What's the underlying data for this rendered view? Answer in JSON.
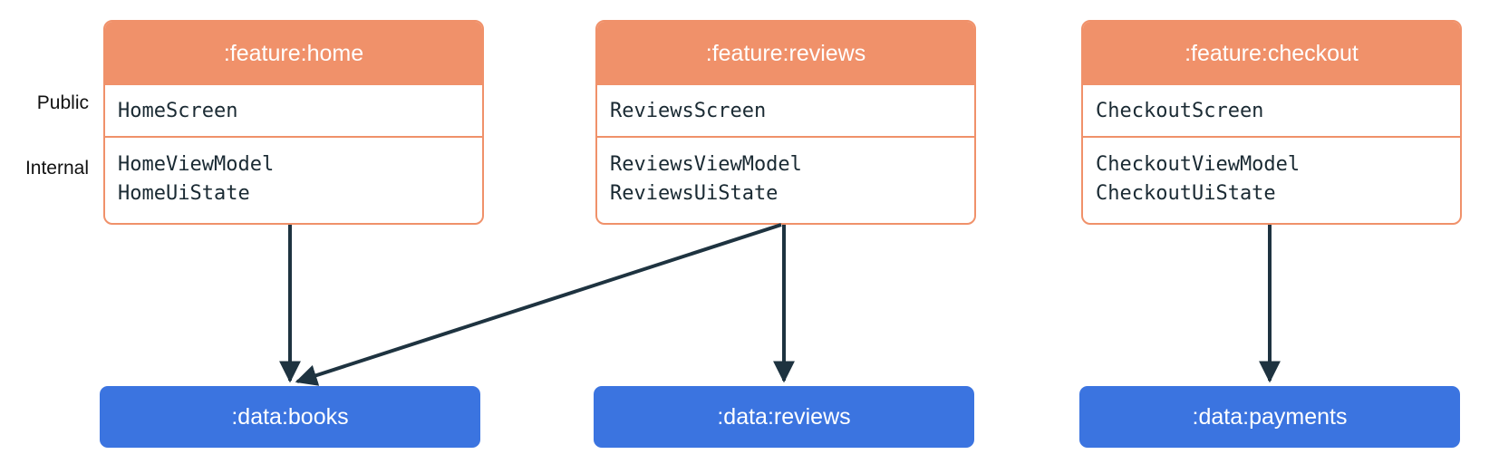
{
  "labels": {
    "public": "Public",
    "internal": "Internal"
  },
  "features": [
    {
      "title": ":feature:home",
      "public": "HomeScreen",
      "internal": [
        "HomeViewModel",
        "HomeUiState"
      ]
    },
    {
      "title": ":feature:reviews",
      "public": "ReviewsScreen",
      "internal": [
        "ReviewsViewModel",
        "ReviewsUiState"
      ]
    },
    {
      "title": ":feature:checkout",
      "public": "CheckoutScreen",
      "internal": [
        "CheckoutViewModel",
        "CheckoutUiState"
      ]
    }
  ],
  "data_modules": [
    ":data:books",
    ":data:reviews",
    ":data:payments"
  ],
  "dependencies": [
    {
      "from": ":feature:home",
      "to": ":data:books"
    },
    {
      "from": ":feature:reviews",
      "to": ":data:books"
    },
    {
      "from": ":feature:reviews",
      "to": ":data:reviews"
    },
    {
      "from": ":feature:checkout",
      "to": ":data:payments"
    }
  ],
  "colors": {
    "feature_accent": "#f0916a",
    "data_fill": "#3b74e0",
    "arrow": "#1e3340"
  }
}
